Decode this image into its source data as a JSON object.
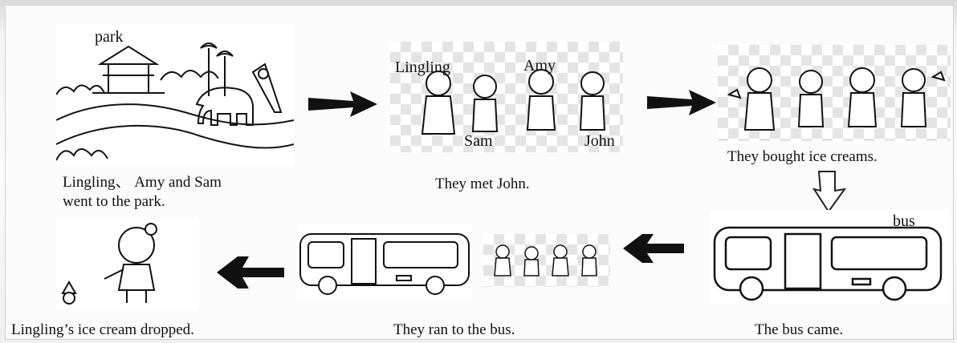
{
  "panels": {
    "park": {
      "label": "park",
      "caption_line1": "Lingling、 Amy and Sam",
      "caption_line2": "went to the park."
    },
    "meet": {
      "labels": {
        "lingling": "Lingling",
        "amy": "Amy",
        "sam": "Sam",
        "john": "John"
      },
      "caption": "They met John."
    },
    "icecream": {
      "caption": "They bought ice creams."
    },
    "bus_came": {
      "label": "bus",
      "caption": "The bus came."
    },
    "ran": {
      "caption": "They ran to the bus."
    },
    "dropped": {
      "caption": "Lingling’s ice cream dropped."
    }
  },
  "icons": [
    "right-arrow-icon",
    "down-arrow-icon",
    "left-arrow-icon",
    "bus-icon"
  ]
}
